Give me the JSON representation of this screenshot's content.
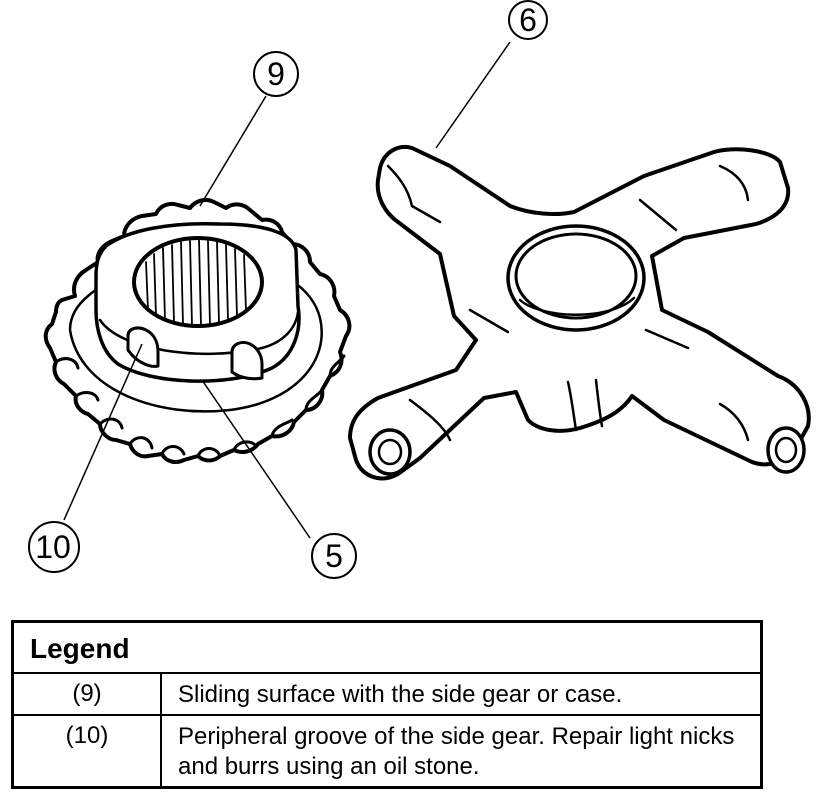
{
  "callouts": {
    "c6": "6",
    "c9": "9",
    "c10": "10",
    "c5": "5"
  },
  "legend": {
    "title": "Legend",
    "rows": [
      {
        "key": "(9)",
        "description": "Sliding surface with the side gear or case."
      },
      {
        "key": "(10)",
        "description": "Peripheral groove of the side gear. Repair light nicks and burrs using an oil stone."
      }
    ]
  }
}
